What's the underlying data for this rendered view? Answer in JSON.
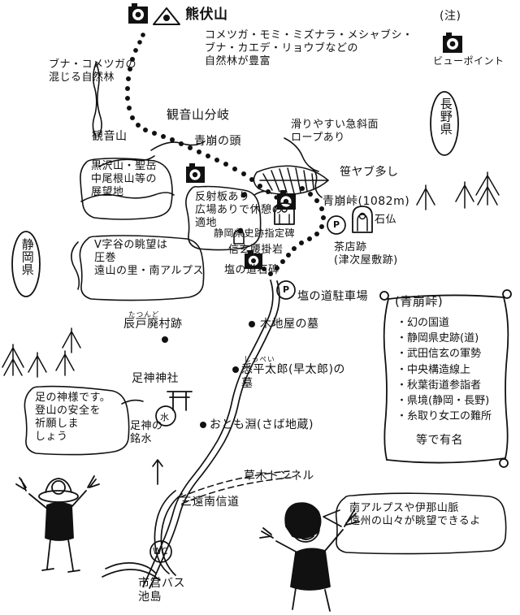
{
  "map": {
    "title_area": {
      "summit_name": "熊伏山",
      "summit_viewpoint_icon": "camera-icon",
      "forest_note": "コメツガ・モミ・ミズナラ・メシャブシ・\nブナ・カエデ・リョウブなどの\n自然林が豊富"
    },
    "legend": {
      "note_mark": "(注)",
      "viewpoint_icon": "camera-icon",
      "viewpoint_label": "ビューポイント"
    },
    "prefectures": [
      {
        "name": "長野県",
        "side": "right"
      },
      {
        "name": "静岡県",
        "side": "left"
      }
    ],
    "callouts": [
      {
        "id": "beech-forest",
        "text": "ブナ・コメツガの\n混じる自然林"
      },
      {
        "id": "kurosawa-view",
        "text": "黒沢山・聖岳\n中尾根山等の\n展望地"
      },
      {
        "id": "reflector-rest",
        "text": "反射板あり\n広場ありで休憩の\n適地"
      },
      {
        "id": "v-valley-view",
        "text": "V字谷の眺望は\n圧巻\n遠山の里・南アルプス"
      },
      {
        "id": "ashigami-shrine-note",
        "text": "足の神様です。\n登山の安全を\n祈願しま\nしょう"
      },
      {
        "id": "hiker-view-balloon",
        "text": "南アルプスや伊那山脈\n遠州の山々が眺望できるよ"
      }
    ],
    "trail_labels": [
      {
        "id": "kannonyama-bunki",
        "text": "観音山分岐"
      },
      {
        "id": "kannonyama",
        "text": "観音山"
      },
      {
        "id": "aokuzure-no-atama",
        "text": "青崩の頭"
      },
      {
        "id": "slippery-slope",
        "text": "滑りやすい急斜面\nロープあり"
      },
      {
        "id": "sasa-bush",
        "text": "笹ヤブ多し"
      },
      {
        "id": "aokuzure-pass",
        "text": "青崩峠(1082m)"
      },
      {
        "id": "stone-buddha",
        "text": "石仏"
      },
      {
        "id": "teahouse-ruins",
        "text": "茶店跡\n(津次屋敷跡)"
      },
      {
        "id": "shizuoka-historic-marker",
        "text": "静岡県史跡指定碑"
      },
      {
        "id": "shingen-sitting-rock",
        "text": "信玄腰掛岩"
      },
      {
        "id": "salt-road-monument",
        "text": "塩の道石碑"
      },
      {
        "id": "salt-road-parking",
        "text": "塩の道駐車場"
      },
      {
        "id": "tatsundo-ruins",
        "text": "辰戸廃村跡",
        "ruby": "たつんど"
      },
      {
        "id": "kijiya-grave",
        "text": "木地屋の墓"
      },
      {
        "id": "shippeitaro-grave",
        "text": "悉平太郎(早太郎)の\n墓",
        "ruby": "しっぺい"
      },
      {
        "id": "otomobuchi",
        "text": "おとも淵(さば地蔵)"
      },
      {
        "id": "ashigami-shrine",
        "text": "足神神社"
      },
      {
        "id": "ashigami-spring",
        "text": "足神の\n銘水"
      },
      {
        "id": "kusaki-tunnel",
        "text": "草木トンネル"
      },
      {
        "id": "san-en-nanshin-road",
        "text": "三遠南信道"
      },
      {
        "id": "city-bus-ikeshima",
        "text": "市営バス\n池島"
      }
    ],
    "icons": [
      {
        "id": "torii-icon",
        "name": "torii-icon",
        "label": "⛩"
      },
      {
        "id": "water-icon",
        "name": "water-spring-icon",
        "label": "水"
      },
      {
        "id": "wc-icon",
        "name": "wc-icon",
        "label": "WC"
      },
      {
        "id": "parking-icon-1",
        "name": "parking-icon",
        "label": "P"
      },
      {
        "id": "parking-icon-2",
        "name": "parking-icon",
        "label": "P"
      }
    ],
    "info_board": {
      "title": "(青崩峠)",
      "items": [
        "幻の国道",
        "静岡県史跡(道)",
        "武田信玄の軍勢",
        "中央構造線上",
        "秋葉街道参詣者",
        "県境(静岡・長野)",
        "糸取り女工の難所"
      ],
      "footer": "等で有名"
    },
    "colors": {
      "ink": "#111111",
      "paper": "#ffffff"
    }
  }
}
